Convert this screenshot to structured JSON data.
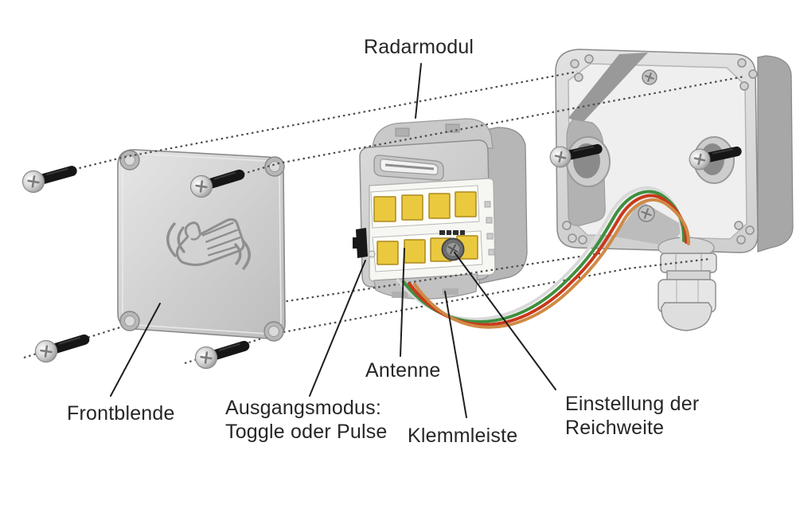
{
  "figure": {
    "type": "exploded-view-diagram",
    "subject": "radar sensor switch assembly",
    "labels": {
      "radarmodul": "Radarmodul",
      "frontblende": "Frontblende",
      "ausgangsmodus": {
        "line1": "Ausgangsmodus:",
        "line2": "Toggle oder Pulse"
      },
      "antenne": "Antenne",
      "klemmleiste": "Klemmleiste",
      "einstellung": {
        "line1": "Einstellung der",
        "line2": "Reichweite"
      }
    },
    "colors": {
      "label_text": "#262626",
      "terminal_yellow": "#eac93f",
      "wire_green": "#3f8f3f",
      "wire_red": "#c9391b",
      "wire_orange": "#cf8a45",
      "wire_light": "#d9d9d9",
      "housing_gray": "#cccccc",
      "background": "#ffffff"
    }
  }
}
